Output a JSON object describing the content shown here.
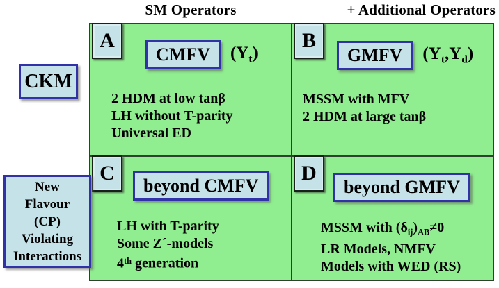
{
  "colors": {
    "quadrant_green": "#90ee90",
    "box_fill_blue": "#c5e2e9",
    "box_border_blue": "#3232a8",
    "grid_line": "#2e402e",
    "text": "#000000"
  },
  "headers": {
    "left": "SM Operators",
    "right": "+ Additional Operators"
  },
  "side": {
    "ckm": "CKM",
    "new_flavour": [
      "New",
      "Flavour",
      "(CP)",
      "Violating",
      "Interactions"
    ]
  },
  "quadrants": {
    "a": {
      "badge": "A",
      "title": "CMFV",
      "suffix": [
        {
          "t": "(Y"
        },
        {
          "t": "t",
          "v": "sub"
        },
        {
          "t": ")"
        }
      ],
      "lines": [
        [
          {
            "t": "2 HDM at low tanβ"
          }
        ],
        [
          {
            "t": "LH without T-parity"
          }
        ],
        [
          {
            "t": "Universal ED"
          }
        ]
      ]
    },
    "b": {
      "badge": "B",
      "title": "GMFV",
      "suffix": [
        {
          "t": "(Y"
        },
        {
          "t": "t",
          "v": "sub"
        },
        {
          "t": ",Y"
        },
        {
          "t": "d",
          "v": "sub"
        },
        {
          "t": ")"
        }
      ],
      "lines": [
        [
          {
            "t": "MSSM with MFV"
          }
        ],
        [
          {
            "t": "2 HDM at large tanβ"
          }
        ]
      ]
    },
    "c": {
      "badge": "C",
      "title": "beyond CMFV",
      "lines": [
        [
          {
            "t": "LH with T-parity"
          }
        ],
        [
          {
            "t": "Some Z´-models"
          }
        ],
        [
          {
            "t": "4"
          },
          {
            "t": "th",
            "v": "sup"
          },
          {
            "t": " generation"
          }
        ]
      ]
    },
    "d": {
      "badge": "D",
      "title": "beyond GMFV",
      "lines": [
        [
          {
            "t": "MSSM with (δ"
          },
          {
            "t": "ij",
            "v": "sub"
          },
          {
            "t": ")"
          },
          {
            "t": "AB",
            "v": "sub"
          },
          {
            "t": "≠0"
          }
        ],
        [
          {
            "t": "LR Models, NMFV"
          }
        ],
        [
          {
            "t": "Models with WED (RS)"
          }
        ]
      ]
    }
  }
}
